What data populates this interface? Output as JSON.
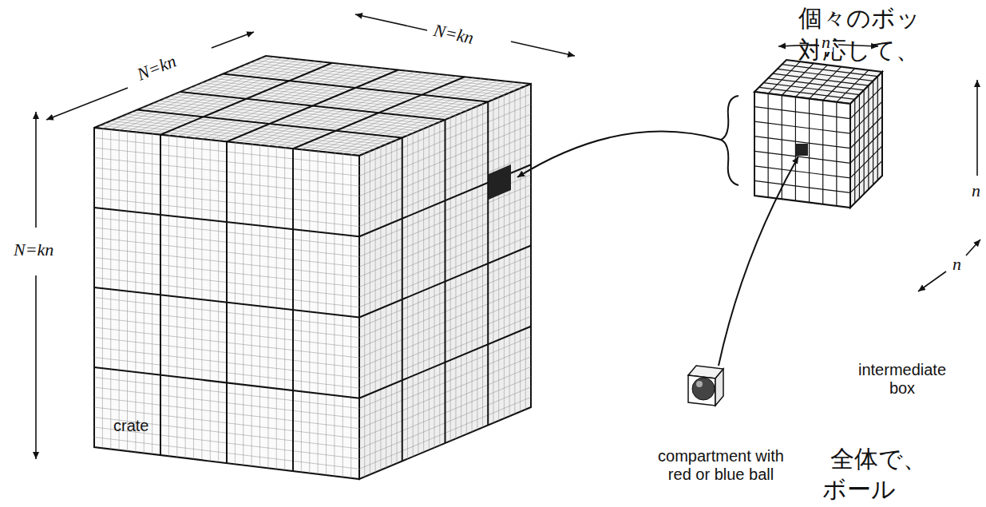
{
  "diagram": {
    "labels": [
      "個々のボッ",
      "対応して、",
      "N=kn",
      "N=kn",
      "n",
      "n",
      "N=kn",
      "n",
      "intermediate box",
      "全体で、",
      "ボール",
      "crate",
      "compartment with red or blue ball"
    ]
  }
}
